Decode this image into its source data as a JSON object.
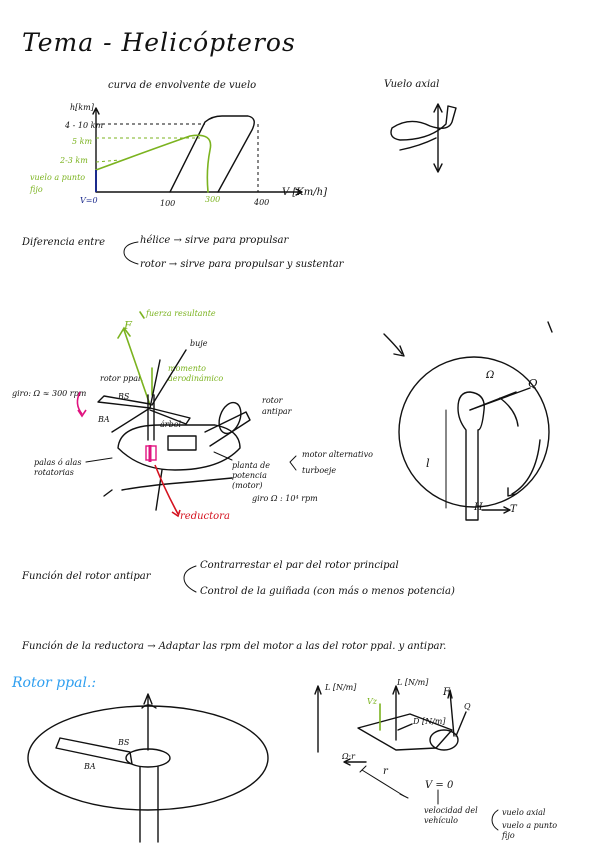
{
  "title": "Tema - Helicópteros",
  "envelope": {
    "heading": "curva de envolvente de vuelo",
    "ylabel": "h[km]",
    "y_tick_top": "4 - 10 km",
    "y_tick_5km": "5 km",
    "y_tick_low": "2-3 km",
    "x_tick_100": "100",
    "x_tick_300": "300",
    "x_tick_400": "400",
    "xlabel": "V [Km/h]",
    "hover_label": "vuelo a punto fijo",
    "origin_label": "V=0"
  },
  "axial": {
    "heading": "Vuelo axial"
  },
  "difference": {
    "intro": "Diferencia entre",
    "line1": "hélice → sirve para propulsar",
    "line2": "rotor → sirve para propulsar y sustentar"
  },
  "rotor_diagram": {
    "force_label": "fuerza resultante",
    "force_symbol": "F",
    "bujes": "buje",
    "rotor_label": "rotor ppal.",
    "omega_label": "momento aerodinámico",
    "giro": "giro: Ω ≈ 300 rpm",
    "bs": "BS",
    "ba": "BA",
    "arbol": "árbol",
    "antipar": "rotor antipar",
    "planta": "planta de potencia (motor)",
    "motor_alt": "motor alternativo",
    "turbo": "turboeje",
    "giro_motor": "giro Ω : 10⁴ rpm",
    "palas": "palas ó alas rotatorias",
    "reductora": "reductora"
  },
  "top_view": {
    "omega": "Ω",
    "Q": "Q",
    "l": "l",
    "H": "H",
    "T": "T"
  },
  "antipar_function": {
    "intro": "Función del rotor antipar",
    "item1": "Contrarrestar el par del rotor principal",
    "item2": "Control de la guiñada (con más o menos potencia)"
  },
  "reductora_function": {
    "text": "Función de la reductora → Adaptar las rpm del motor a las del rotor ppal. y antipar."
  },
  "rotor_ppal": {
    "heading": "Rotor ppal.:",
    "bs": "BS",
    "ba": "BA"
  },
  "blade_element": {
    "L_axis": "L [N/m]",
    "L_dim": "L [N/m]",
    "D_dim": "D [N/m]",
    "Vz": "Vz",
    "omega_r": "Ω·r",
    "r": "r",
    "F": "F",
    "Q": "Q",
    "V0": "V = 0",
    "vel_label": "velocidad del vehículo",
    "case1": "vuelo axial",
    "case2": "vuelo a punto fijo"
  }
}
